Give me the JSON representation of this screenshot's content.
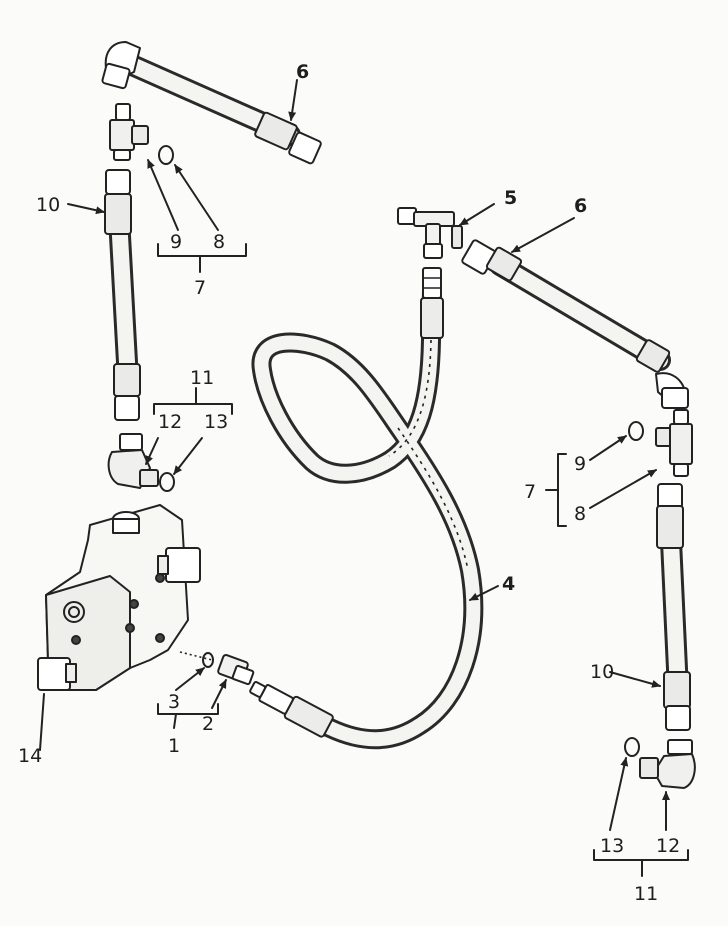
{
  "labels": {
    "l1": "1",
    "l2": "2",
    "l3": "3",
    "l4": "4",
    "l5": "5",
    "l6a": "6",
    "l6b": "6",
    "l7a": "7",
    "l7b": "7",
    "l8a": "8",
    "l8b": "8",
    "l9a": "9",
    "l9b": "9",
    "l10a": "10",
    "l10b": "10",
    "l11a": "11",
    "l11b": "11",
    "l12a": "12",
    "l12b": "12",
    "l13a": "13",
    "l13b": "13",
    "l14": "14"
  }
}
